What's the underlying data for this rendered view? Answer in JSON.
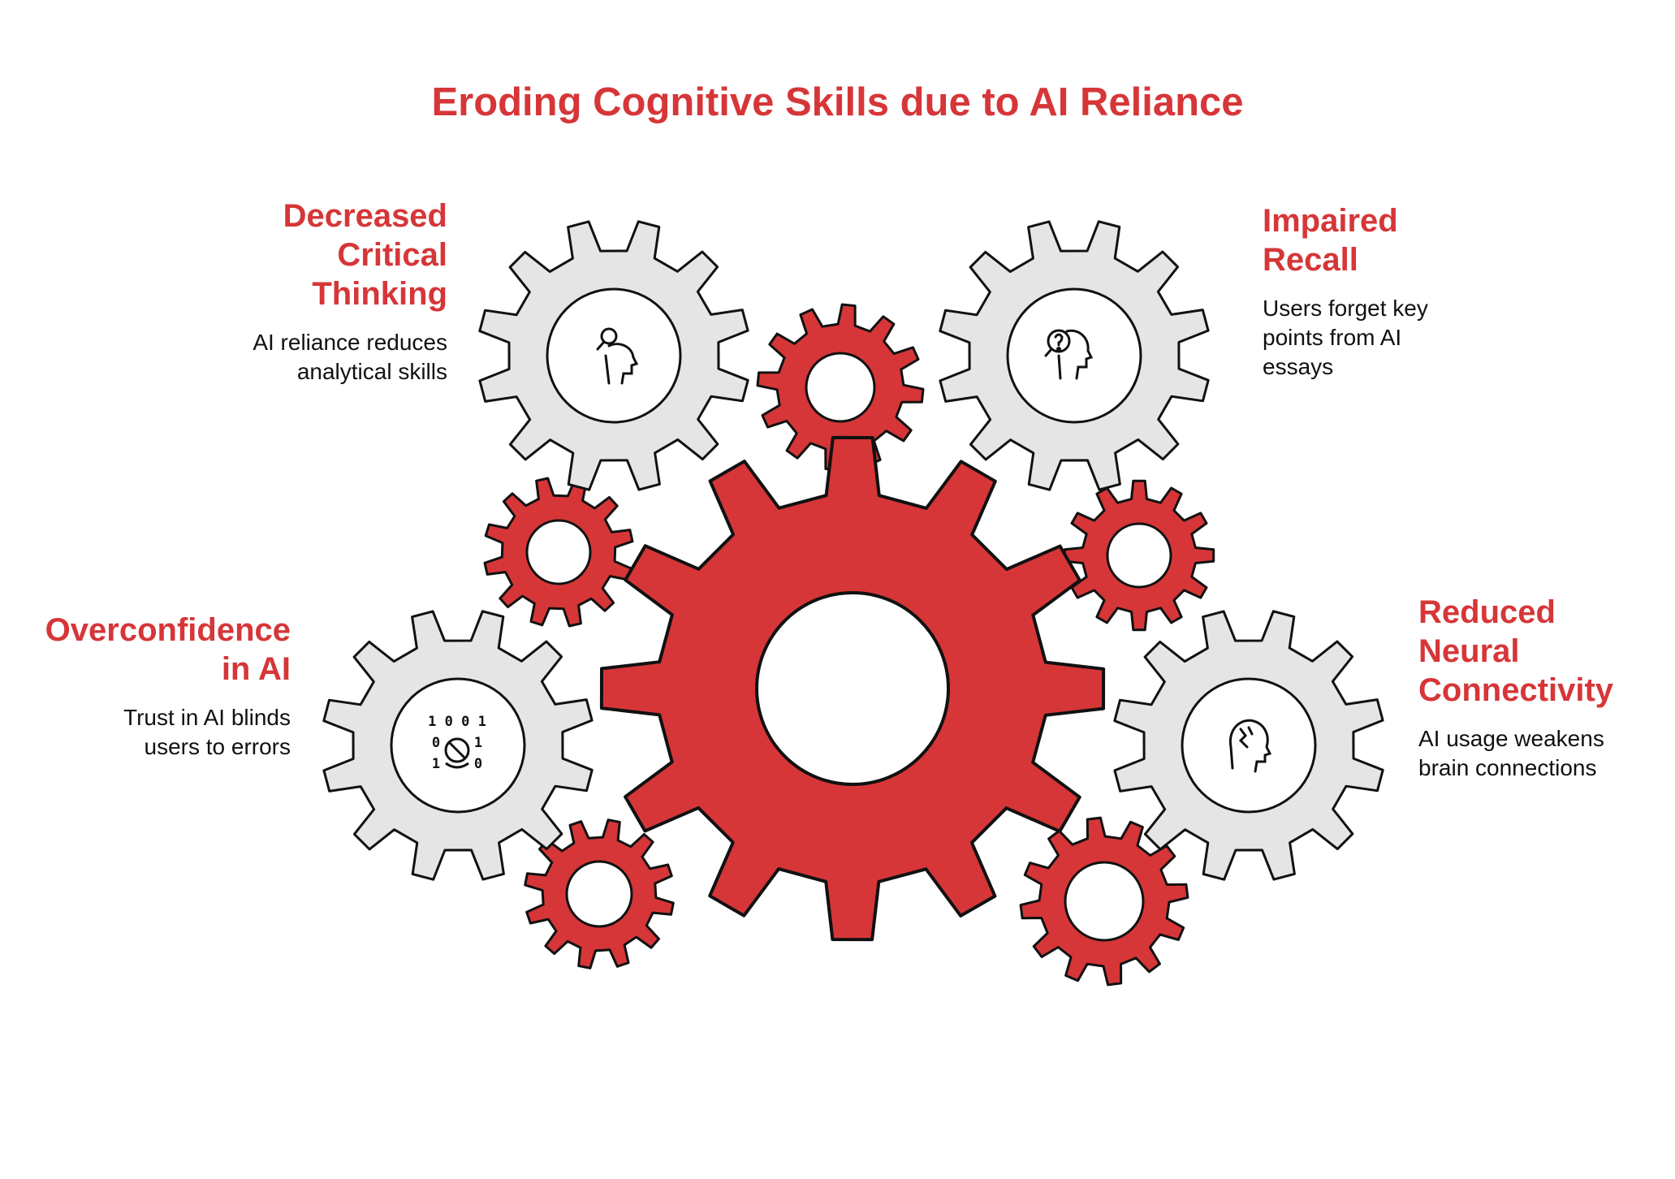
{
  "title": "Eroding Cognitive Skills due to AI Reliance",
  "colors": {
    "accent": "#d63638",
    "gear_gray": "#e5e5e5",
    "stroke": "#111111",
    "text": "#111111"
  },
  "items": [
    {
      "id": "critical",
      "title_lines": [
        "Decreased",
        "Critical",
        "Thinking"
      ],
      "desc_lines": [
        "AI reliance reduces",
        "analytical skills"
      ],
      "icon": "head-magnifier-icon"
    },
    {
      "id": "recall",
      "title_lines": [
        "Impaired",
        "Recall"
      ],
      "desc_lines": [
        "Users forget key",
        "points from AI",
        "essays"
      ],
      "icon": "head-question-icon"
    },
    {
      "id": "overconfidence",
      "title_lines": [
        "Overconfidence",
        "in AI"
      ],
      "desc_lines": [
        "Trust in AI blinds",
        "users to errors"
      ],
      "icon": "binary-blind-eye-icon"
    },
    {
      "id": "neural",
      "title_lines": [
        "Reduced",
        "Neural",
        "Connectivity"
      ],
      "desc_lines": [
        "AI usage weakens",
        "brain connections"
      ],
      "icon": "head-broken-brain-icon"
    }
  ],
  "icon_binary": {
    "row1": "1 0 0 1",
    "row2_left": "0",
    "row2_right": "1",
    "row3_left": "1",
    "row3_right": "0"
  }
}
